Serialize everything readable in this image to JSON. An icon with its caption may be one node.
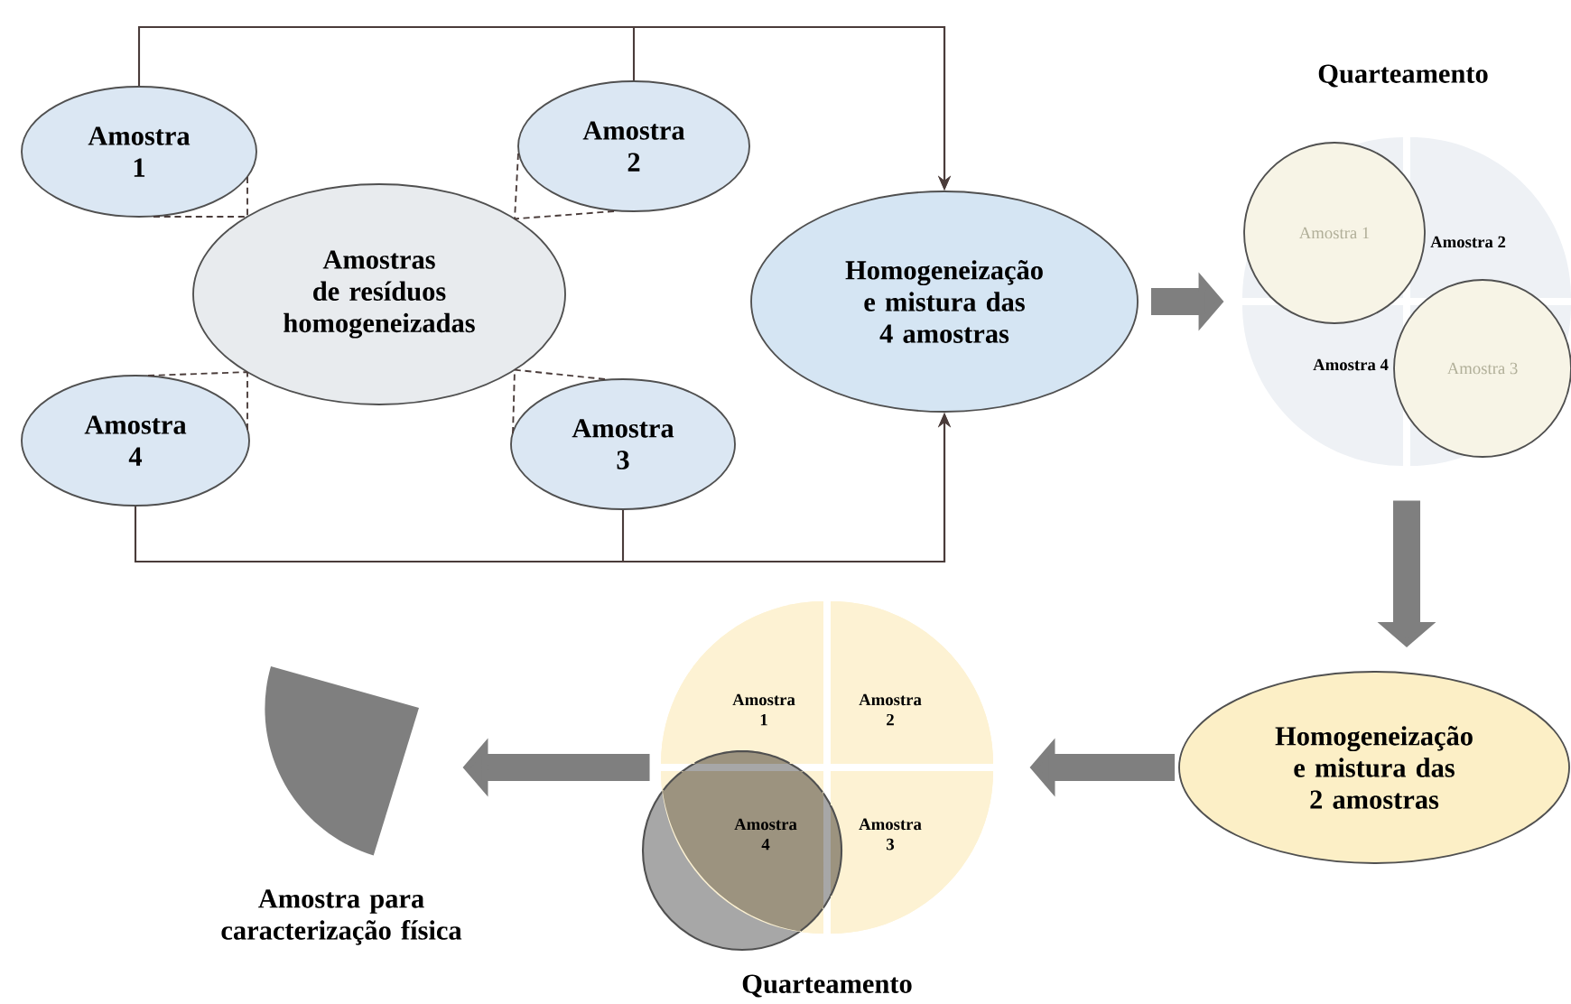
{
  "diagram": {
    "nodes": [
      {
        "text": [
          "Amostra 1"
        ]
      },
      {
        "text": [
          "Amostra 2"
        ]
      },
      {
        "text": [
          "Amostras de resíduos homogeneizadas"
        ]
      },
      {
        "text": [
          "Amostra 4"
        ]
      },
      {
        "text": [
          "Amostra 3"
        ]
      },
      {
        "text": [
          "Homogeneização e mistura das 4 amostras"
        ]
      },
      {
        "text": [
          "Quarteamento",
          "Amostra 2",
          "Amostra 4"
        ]
      },
      {
        "text": [
          "Amostra 1"
        ],
        "in": 6
      },
      {
        "text": [
          "Amostra 3"
        ],
        "in": 6
      },
      {
        "text": [
          "Homogeneização e mistura das 2 amostras"
        ]
      },
      {
        "text": [
          "Quarteamento"
        ]
      },
      {
        "text": [
          "Amostra 1"
        ],
        "in": 10
      },
      {
        "text": [
          "Amostra 2"
        ],
        "in": 10
      },
      {
        "text": [
          "Amostra 4"
        ],
        "in": 10
      },
      {
        "text": [
          "Amostra 3"
        ],
        "in": 10
      },
      {
        "text": [
          "Amostra para caracterização física"
        ]
      }
    ],
    "edges": [
      {
        "from": 0,
        "to": 5,
        "arrow": "to"
      },
      {
        "from": 1,
        "to": 5,
        "arrow": "to"
      },
      {
        "from": 3,
        "to": 5,
        "arrow": "to"
      },
      {
        "from": 4,
        "to": 5,
        "arrow": "to"
      },
      {
        "from": 0,
        "to": 2,
        "arrow": "none",
        "style": "dashed"
      },
      {
        "from": 1,
        "to": 2,
        "arrow": "none",
        "style": "dashed"
      },
      {
        "from": 3,
        "to": 2,
        "arrow": "none",
        "style": "dashed"
      },
      {
        "from": 4,
        "to": 2,
        "arrow": "none",
        "style": "dashed"
      },
      {
        "from": 5,
        "to": 6,
        "arrow": "to",
        "style": "thick",
        "color": "#7f7f7f"
      },
      {
        "from": 6,
        "to": 9,
        "arrow": "to",
        "style": "thick",
        "color": "#7f7f7f"
      },
      {
        "from": 9,
        "to": 10,
        "arrow": "to",
        "style": "thick",
        "color": "#7f7f7f"
      },
      {
        "from": 10,
        "to": 15,
        "arrow": "to",
        "style": "thick",
        "color": "#7f7f7f"
      }
    ]
  }
}
